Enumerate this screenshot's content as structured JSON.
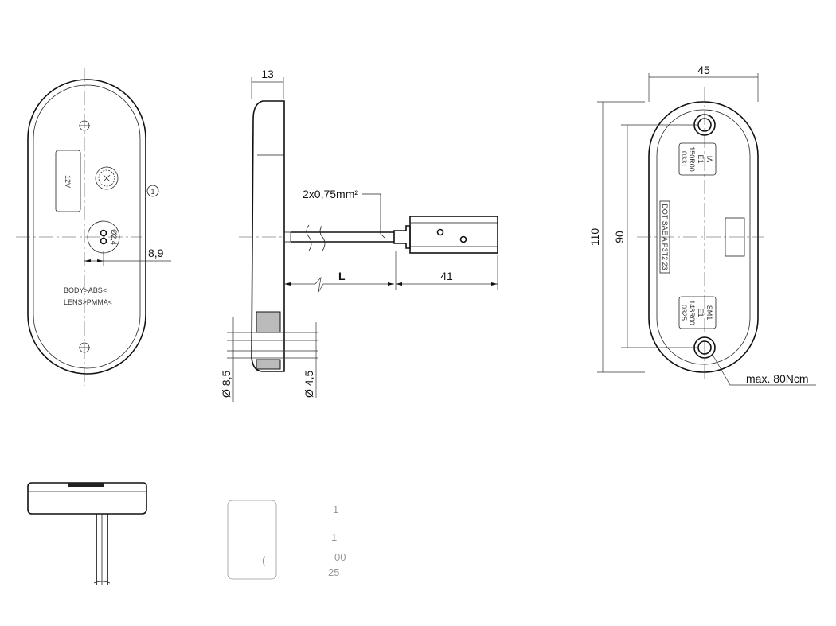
{
  "front_view": {
    "voltage_label": "12V",
    "hole_diameter": "Ø2,4",
    "offset_dim": "8,9",
    "callout": "1",
    "material_body": "BODY>ABS<",
    "material_lens": "LENS>PMMA<"
  },
  "side_view": {
    "depth_dim": "13",
    "cable_spec": "2x0,75mm²",
    "cable_length": "L",
    "connector_length": "41",
    "outer_diameter": "Ø 8,5",
    "inner_diameter": "Ø 4,5"
  },
  "rear_view": {
    "width_dim": "45",
    "height_dim": "110",
    "hole_spacing_dim": "90",
    "torque_note": "max. 80Ncm",
    "dot_marking": "DOT SAE A P3T2 23",
    "approval_top": {
      "class": "IA",
      "mark": "E1",
      "number": "150R00",
      "code": "0331"
    },
    "approval_bottom": {
      "class": "SM1",
      "mark": "E1",
      "number": "148R00",
      "code": "0325"
    }
  },
  "faint_fragments": [
    "1",
    "1",
    "(",
    "00",
    "25"
  ]
}
